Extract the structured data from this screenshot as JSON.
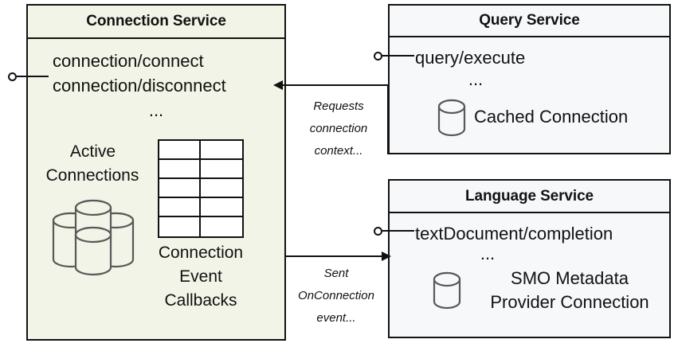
{
  "diagram": {
    "type": "component-diagram",
    "title": "Service component interaction diagram",
    "colors": {
      "connection_service_fill": "#f2f4e7",
      "service_fill": "#f7f8fa",
      "stroke": "#111111",
      "cylinder_stroke": "#595959",
      "background": "#ffffff"
    }
  },
  "components": {
    "connection_service": {
      "title": "Connection Service",
      "operations": [
        "connection/connect",
        "connection/disconnect"
      ],
      "ellipsis": "...",
      "active_connections_label_line1": "Active",
      "active_connections_label_line2": "Connections",
      "callbacks_label_line1": "Connection",
      "callbacks_label_line2": "Event",
      "callbacks_label_line3": "Callbacks",
      "grid_rows": 5,
      "grid_cols": 2,
      "cylinder_count": 4,
      "interface_icon": "lollipop-interface-icon"
    },
    "query_service": {
      "title": "Query Service",
      "operations": [
        "query/execute"
      ],
      "ellipsis": "...",
      "artifact_label": "Cached Connection",
      "artifact_icon": "database-cylinder-icon",
      "interface_icon": "lollipop-interface-icon"
    },
    "language_service": {
      "title": "Language Service",
      "operations": [
        "textDocument/completion"
      ],
      "ellipsis": "...",
      "artifact_label_line1": "SMO Metadata",
      "artifact_label_line2": "Provider Connection",
      "artifact_icon": "database-cylinder-icon",
      "interface_icon": "lollipop-interface-icon"
    }
  },
  "connectors": {
    "query_to_connection": {
      "label_line1": "Requests",
      "label_line2": "connection",
      "label_line3": "context...",
      "direction": "query-service-to-connection-service",
      "arrow": "left"
    },
    "connection_to_language": {
      "label_line1": "Sent",
      "label_line2": "OnConnection",
      "label_line3": "event...",
      "direction": "connection-service-to-language-service",
      "arrow": "right"
    }
  }
}
